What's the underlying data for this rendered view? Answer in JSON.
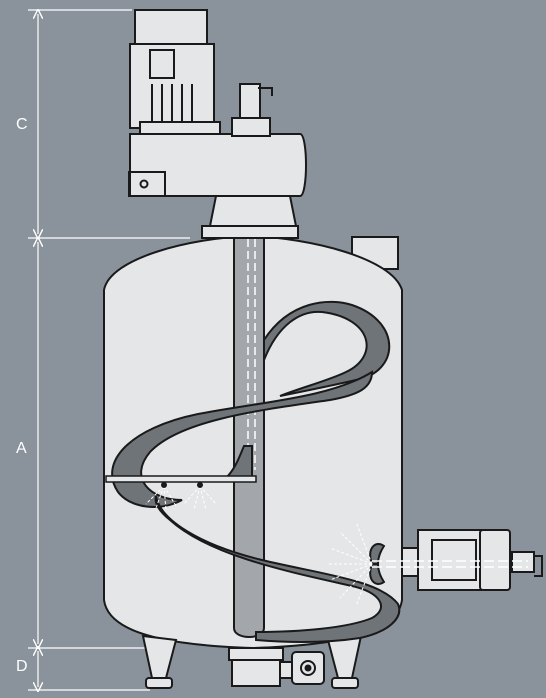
{
  "dimension_labels": {
    "c": "C",
    "a": "A",
    "d": "D"
  },
  "colors": {
    "background": "#8a939b",
    "vessel_fill": "#e4e6e8",
    "outline": "#1a1a1a",
    "shaft_fill": "#a3a7ab",
    "spiral_fill": "#6f7479",
    "dimension_line": "#ffffff"
  }
}
